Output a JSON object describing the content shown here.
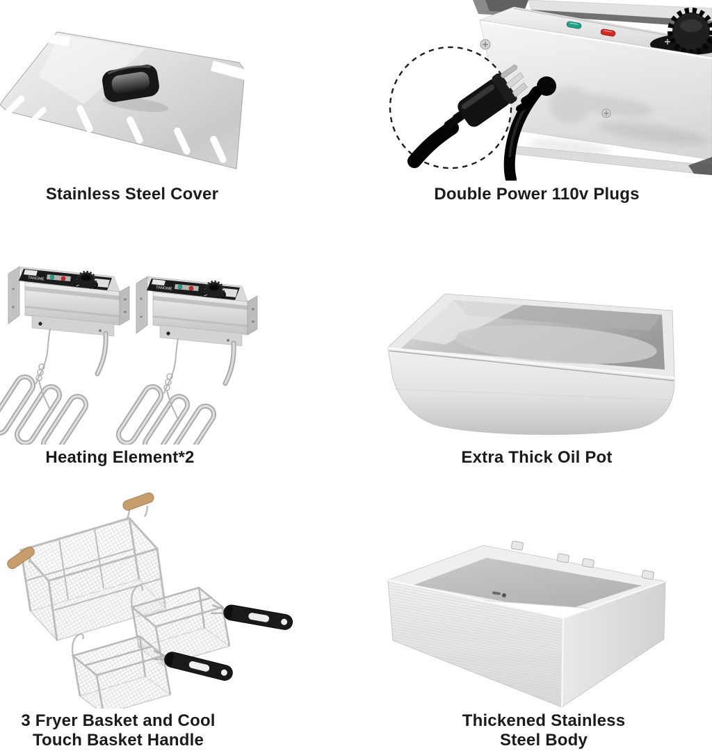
{
  "page": {
    "background": "#ffffff",
    "description_visible_text_only": true
  },
  "cards": [
    {
      "id": "cover",
      "caption": "Stainless Steel Cover"
    },
    {
      "id": "plugs",
      "caption": "Double Power 110v Plugs"
    },
    {
      "id": "heating",
      "caption": "Heating Element*2",
      "brand": "TANGME"
    },
    {
      "id": "oilpot",
      "caption": "Extra Thick Oil Pot"
    },
    {
      "id": "baskets",
      "caption": "3 Fryer Basket and Cool\nTouch Basket Handle"
    },
    {
      "id": "body",
      "caption": "Thickened Stainless\nSteel Body"
    }
  ],
  "colors": {
    "caption_text": "#1b1b1b",
    "steel_light": "#f2f2f2",
    "steel_mid": "#cccccc",
    "steel_dark": "#9b9b9b",
    "black_plastic": "#161616",
    "indicator_green": "#21a089",
    "indicator_red": "#cf2a21",
    "wood_handle": "#c79d6e"
  }
}
